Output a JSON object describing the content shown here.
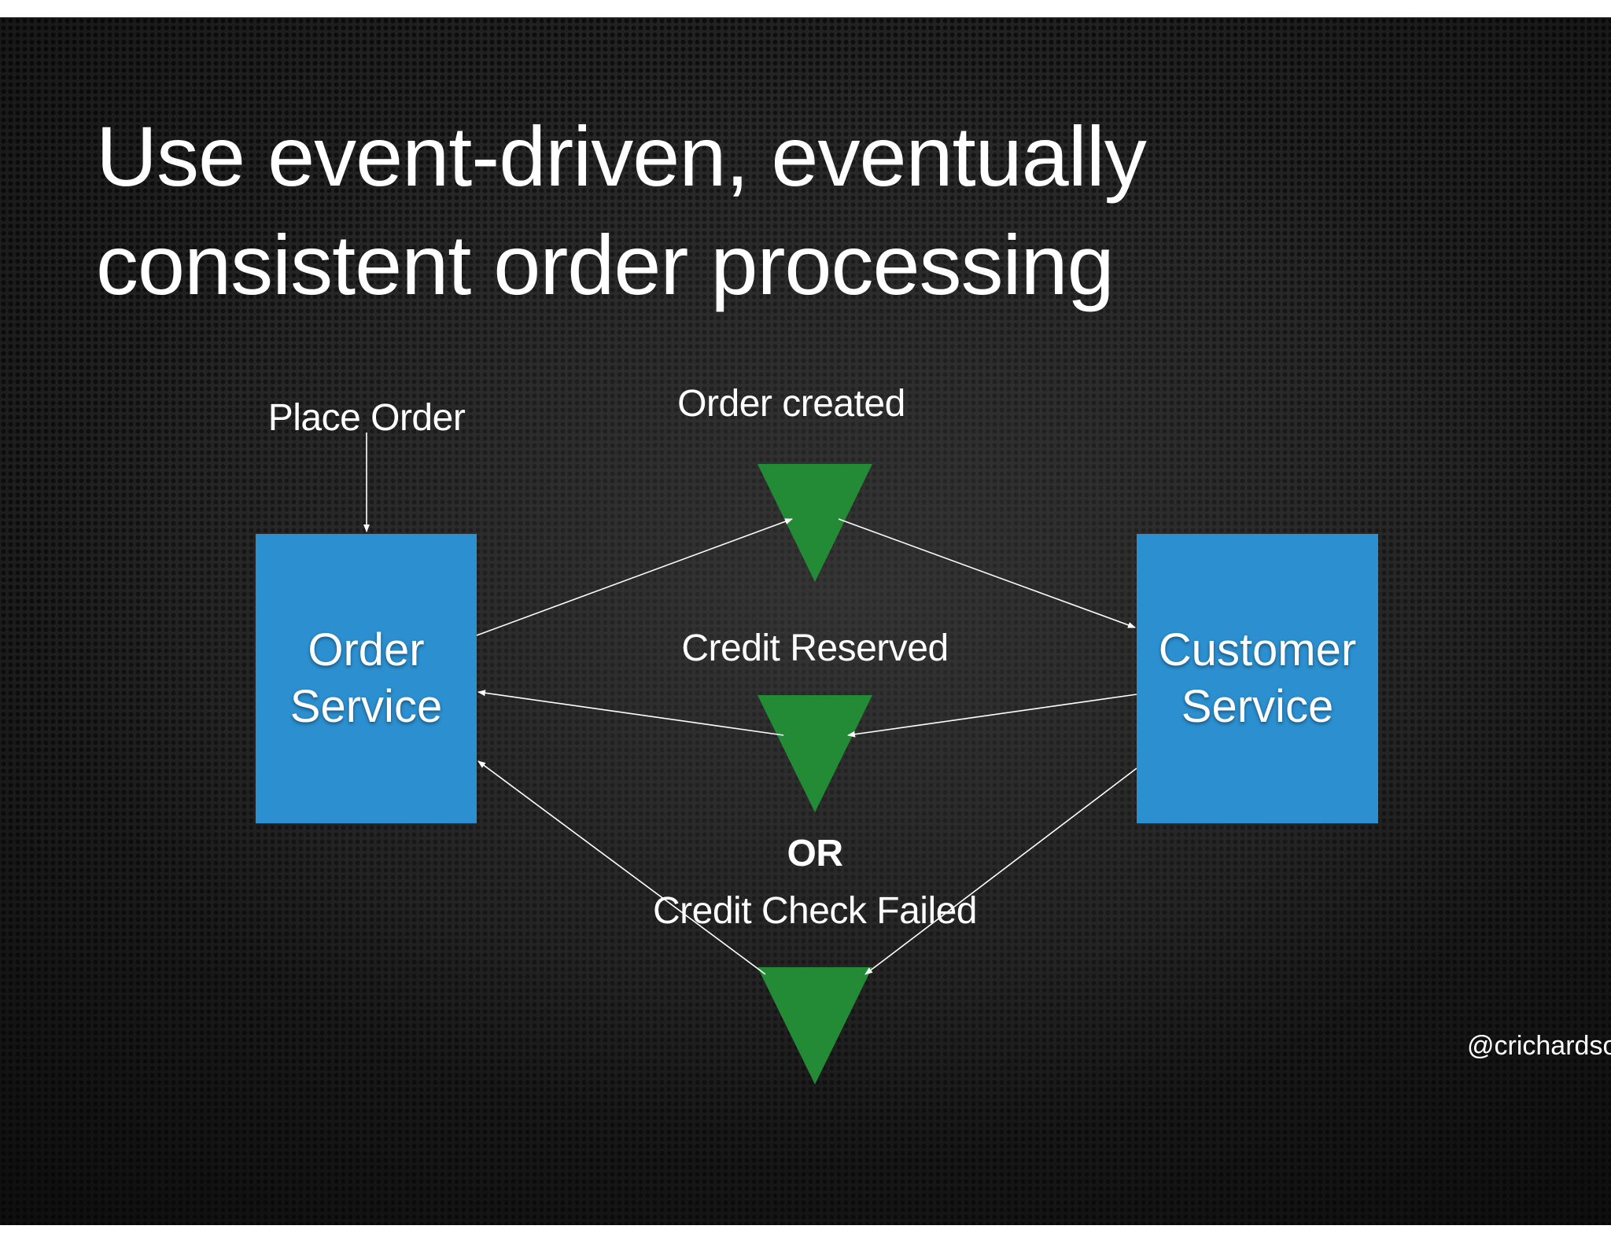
{
  "slide": {
    "title_line1": "Use event-driven, eventually",
    "title_line2": "consistent order processing",
    "handle": "@crichardson"
  },
  "diagram": {
    "order_service": {
      "line1": "Order",
      "line2": "Service"
    },
    "customer_service": {
      "line1": "Customer",
      "line2": "Service"
    },
    "labels": {
      "place_order": "Place Order",
      "order_created": "Order created",
      "credit_reserved": "Credit Reserved",
      "or": "OR",
      "credit_check_failed": "Credit Check Failed"
    }
  },
  "colors": {
    "service_box": "#2c8fcf",
    "event_triangle": "#238a35",
    "background": "#1f1f1f",
    "text": "#ffffff"
  }
}
